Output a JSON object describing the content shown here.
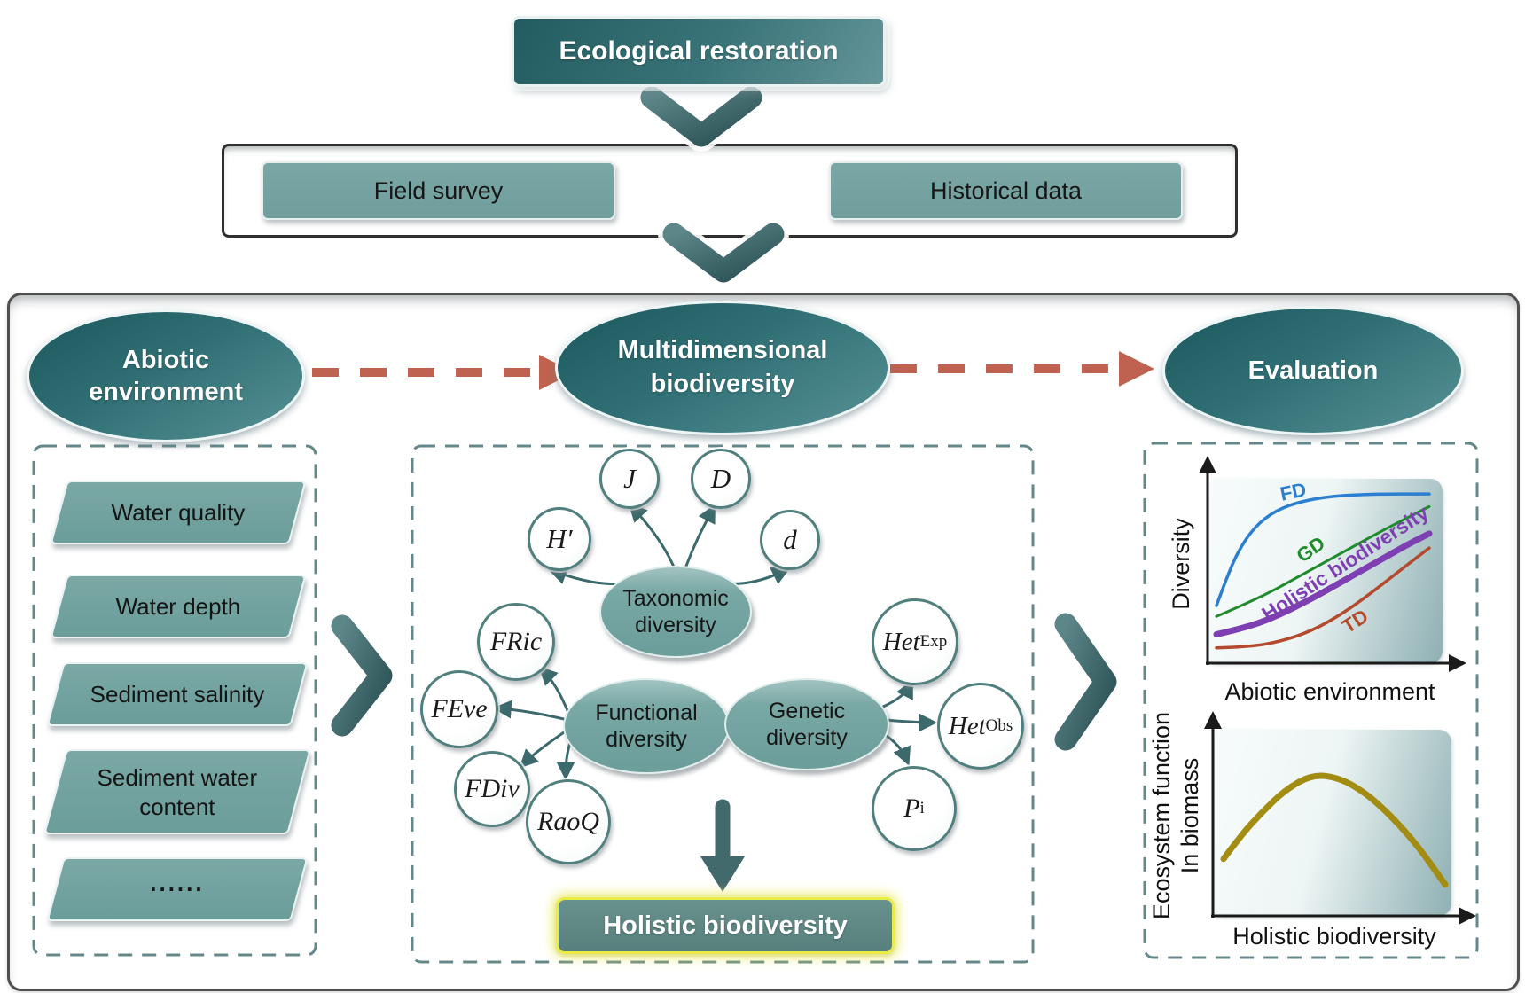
{
  "figure": {
    "type": "flowchart",
    "background": "#ffffff"
  },
  "palette": {
    "dark_teal": "#2a686d",
    "muted_teal": "#6fa09d",
    "chevron_teal": "#3c6265",
    "dashed_border": "#64888a",
    "arrow_red": "#bf6350",
    "highlight_yellow": "#e9ec44"
  },
  "header": {
    "title": "Ecological restoration"
  },
  "sources": {
    "field_survey": "Field survey",
    "historical_data": "Historical data"
  },
  "pipeline": {
    "abiotic": "Abiotic environment",
    "multidimensional": "Multidimensional biodiversity",
    "evaluation": "Evaluation"
  },
  "abiotic_panel": {
    "items": [
      "Water quality",
      "Water depth",
      "Sediment salinity",
      "Sediment water content",
      "......"
    ]
  },
  "biodiversity_panel": {
    "taxonomic": {
      "label": "Taxonomic diversity",
      "indices": [
        "H′",
        "J",
        "D",
        "d"
      ]
    },
    "functional": {
      "label": "Functional diversity",
      "indices": [
        "FRic",
        "FEve",
        "FDiv",
        "RaoQ"
      ]
    },
    "genetic": {
      "label": "Genetic diversity",
      "indices": [
        {
          "main": "Het",
          "sub": "Exp"
        },
        {
          "main": "Het",
          "sub": "Obs"
        },
        {
          "main": "P",
          "sub": "i"
        }
      ]
    },
    "holistic": "Holistic biodiversity"
  },
  "chart_data": [
    {
      "type": "line",
      "title": "",
      "xlabel": "Abiotic environment",
      "ylabel": "Diversity",
      "xlim": [
        0,
        1
      ],
      "ylim": [
        0,
        1
      ],
      "grid": false,
      "legend_position": "inline labels on curves",
      "series": [
        {
          "name": "FD",
          "color": "#2b7fd0",
          "width": 3.5,
          "x": [
            0,
            0.04,
            0.1,
            0.18,
            0.28,
            0.4,
            0.55,
            0.75,
            1
          ],
          "y": [
            0.32,
            0.45,
            0.62,
            0.76,
            0.85,
            0.9,
            0.93,
            0.94,
            0.94
          ]
        },
        {
          "name": "GD",
          "color": "#1f8b2c",
          "width": 3,
          "x": [
            0,
            0.2,
            0.4,
            0.6,
            0.8,
            1
          ],
          "y": [
            0.26,
            0.36,
            0.49,
            0.62,
            0.75,
            0.87
          ]
        },
        {
          "name": "Holistic biodiversity",
          "color": "#7d3fb2",
          "width": 7,
          "x": [
            0,
            0.15,
            0.3,
            0.45,
            0.6,
            0.75,
            0.9,
            1
          ],
          "y": [
            0.16,
            0.2,
            0.27,
            0.36,
            0.46,
            0.56,
            0.66,
            0.72
          ]
        },
        {
          "name": "TD",
          "color": "#b34a2e",
          "width": 3.5,
          "x": [
            0,
            0.15,
            0.3,
            0.45,
            0.6,
            0.75,
            0.9,
            1
          ],
          "y": [
            0.085,
            0.09,
            0.12,
            0.18,
            0.28,
            0.41,
            0.55,
            0.64
          ]
        }
      ]
    },
    {
      "type": "line",
      "title": "",
      "xlabel": "Holistic biodiversity",
      "ylabel": "Ecosystem function In biomass",
      "ylabel_lines": [
        "Ecosystem function",
        "In biomass"
      ],
      "xlim": [
        0,
        1
      ],
      "ylim": [
        0,
        1
      ],
      "grid": false,
      "legend_position": "none",
      "series": [
        {
          "name": "Ecosystem function in biomass",
          "color": "#a38c12",
          "width": 7,
          "x": [
            0,
            0.08,
            0.18,
            0.28,
            0.4,
            0.52,
            0.64,
            0.76,
            0.88,
            1
          ],
          "y": [
            0.36,
            0.52,
            0.68,
            0.82,
            0.92,
            0.9,
            0.8,
            0.64,
            0.44,
            0.19
          ]
        }
      ]
    }
  ]
}
